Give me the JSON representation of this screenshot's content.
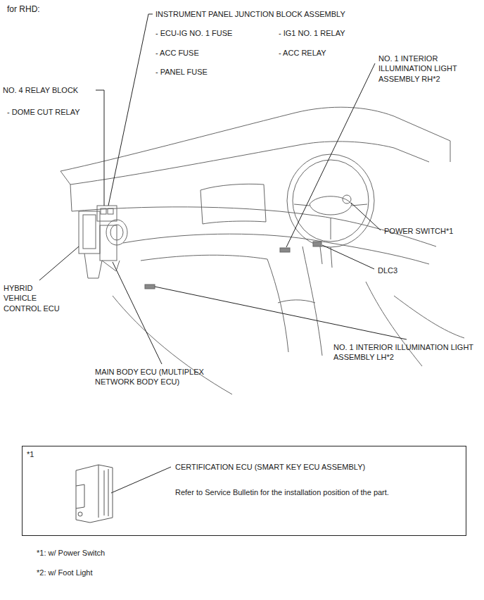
{
  "diagram": {
    "nodes": [
      {
        "text": [
          "*1",
          "CERTIFICATION ECU (SMART KEY ECU ASSEMBLY)",
          "Refer to Service Bulletin for the installation position of the part."
        ]
      }
    ],
    "labels": [
      "for RHD:",
      "INSTRUMENT PANEL JUNCTION BLOCK ASSEMBLY",
      "- ECU-IG NO. 1 FUSE",
      "- ACC FUSE",
      "- PANEL FUSE",
      "- IG1 NO. 1 RELAY",
      "- ACC RELAY",
      "NO. 1 INTERIOR ILLUMINATION LIGHT ASSEMBLY RH*2",
      "NO. 4 RELAY BLOCK",
      "- DOME CUT RELAY",
      "POWER SWITCH*1",
      "DLC3",
      "HYBRID VEHICLE CONTROL ECU",
      "NO. 1 INTERIOR ILLUMINATION LIGHT ASSEMBLY LH*2",
      "MAIN BODY ECU (MULTIPLEX NETWORK BODY ECU)",
      "*1: w/ Power Switch",
      "*2: w/ Foot Light"
    ]
  }
}
